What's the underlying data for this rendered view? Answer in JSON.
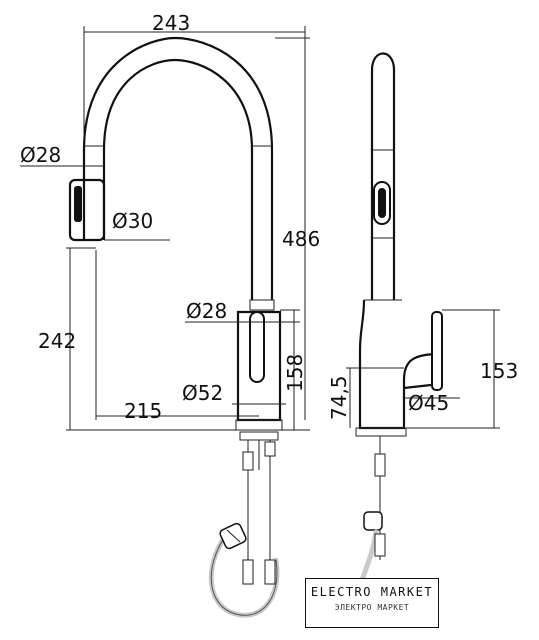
{
  "dimensions": {
    "width_total": "243",
    "height_total": "486",
    "hose_diameter": "Ø28",
    "spout_diameter": "Ø30",
    "body_diameter": "Ø28",
    "spout_height": "242",
    "reach": "215",
    "base_diameter": "Ø52",
    "body_height": "158",
    "side_height": "153",
    "lever_height": "74,5",
    "lever_diameter": "Ø45"
  },
  "logo": {
    "title": "ELECTRO MARKET",
    "subtitle": "ЭЛЕКТРО МАРКЕТ"
  }
}
